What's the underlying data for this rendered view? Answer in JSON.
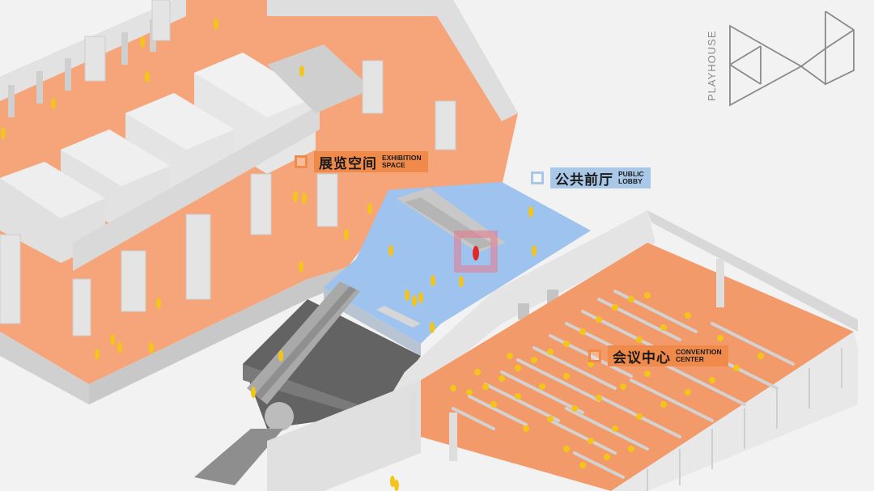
{
  "scene": {
    "type": "isometric-building-cutaway",
    "colors": {
      "background": "#f2f2f2",
      "exhibition_floor": "#f6a57a",
      "lobby_floor": "#9ec3ee",
      "convention_floor": "#f39a6a",
      "walls": "#dcdcdc",
      "wall_shadow": "#bdbdbd",
      "people": "#f3c51a",
      "highlight_person": "#e02a2a"
    }
  },
  "labels": [
    {
      "id": "exhibition",
      "zh": "展览空间",
      "en_line1": "EXHIBITION",
      "en_line2": "SPACE",
      "color": "#f08a4b",
      "marker_color": "#f08a4b"
    },
    {
      "id": "lobby",
      "zh": "公共前厅",
      "en_line1": "PUBLIC",
      "en_line2": "LOBBY",
      "color": "#a9c8e8",
      "marker_color": "#a9c8e8"
    },
    {
      "id": "convention",
      "zh": "会议中心",
      "en_line1": "CONVENTION",
      "en_line2": "CENTER",
      "color": "#f08a4b",
      "marker_color": "#f08a4b"
    }
  ],
  "logo": {
    "text": "PLAYHOUSE",
    "color": "#8a8a8a"
  },
  "highlight": {
    "description": "person-in-red-highlighted",
    "color": "#e8788c"
  }
}
